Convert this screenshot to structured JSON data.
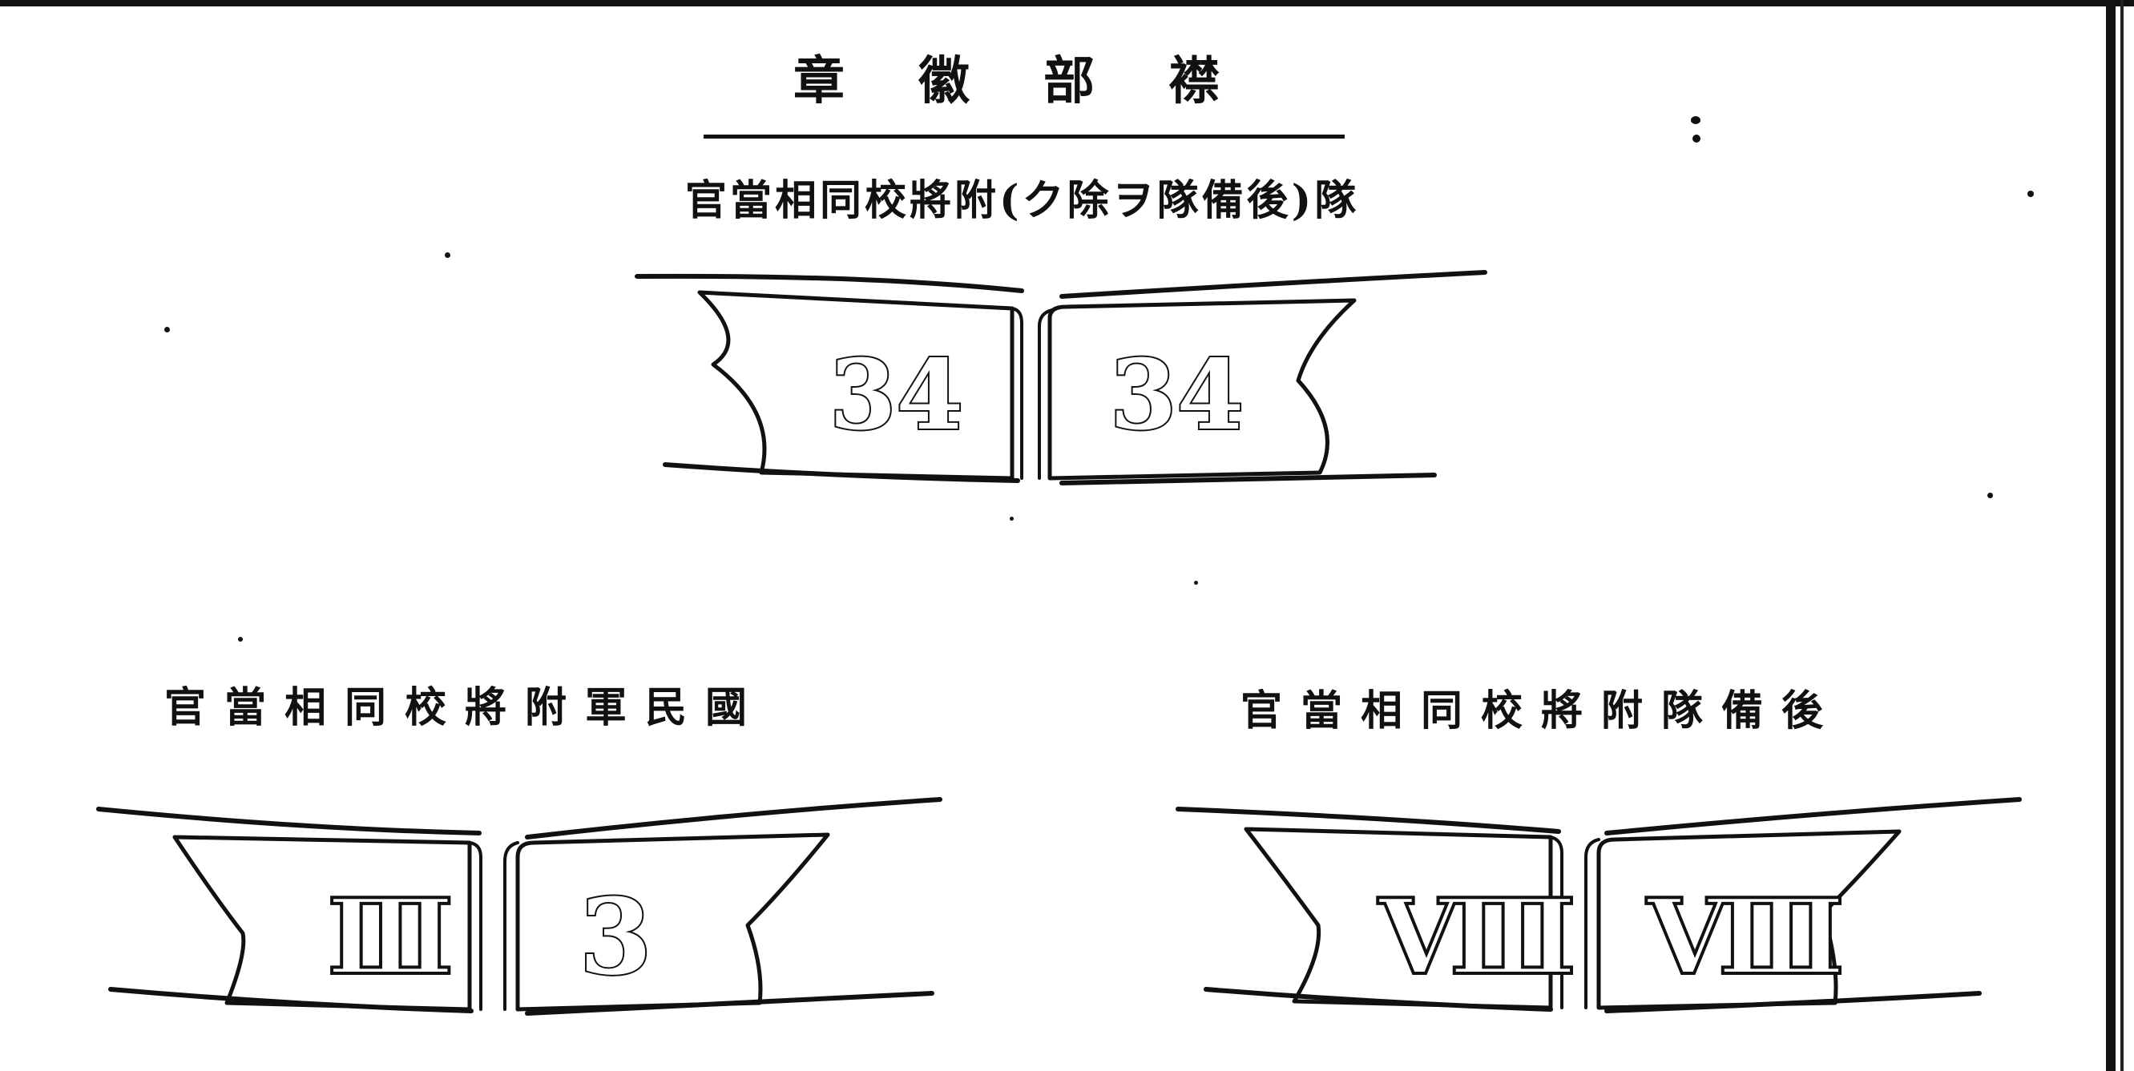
{
  "document": {
    "title": "章徽部襟",
    "top_caption": "官當相同校將附(ク除ヲ隊備後)隊",
    "left_caption": "官當相同校將附軍民國",
    "right_caption": "官當相同校將附隊備後"
  },
  "insignia": {
    "top": {
      "left_number": "34",
      "right_number": "34"
    },
    "left": {
      "left_number": "Ⅲ",
      "right_number": "3"
    },
    "right": {
      "left_number": "Ⅷ",
      "right_number": "Ⅷ"
    }
  }
}
